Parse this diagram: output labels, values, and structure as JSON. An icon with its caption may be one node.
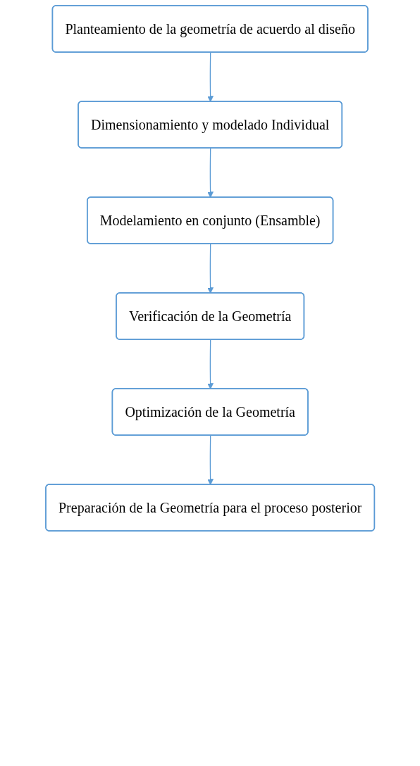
{
  "diagram": {
    "nodes": [
      {
        "text": [
          "Planteamiento de la geometría de acuerdo al diseño"
        ]
      },
      {
        "text": [
          "Dimensionamiento y modelado Individual"
        ]
      },
      {
        "text": [
          "Modelamiento en conjunto (Ensamble)"
        ]
      },
      {
        "text": [
          "Verificación de la Geometría"
        ]
      },
      {
        "text": [
          "Optimización de la Geometría"
        ]
      },
      {
        "text": [
          "Preparación de la Geometría para el proceso posterior"
        ]
      }
    ],
    "edges": [
      {
        "from": 0,
        "to": 1,
        "arrow": "to"
      },
      {
        "from": 1,
        "to": 2,
        "arrow": "to"
      },
      {
        "from": 2,
        "to": 3,
        "arrow": "to"
      },
      {
        "from": 3,
        "to": 4,
        "arrow": "to"
      },
      {
        "from": 4,
        "to": 5,
        "arrow": "to"
      }
    ]
  }
}
